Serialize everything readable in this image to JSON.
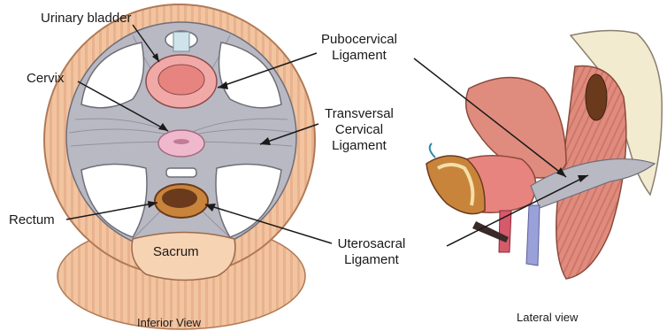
{
  "labels": {
    "urinary_bladder": "Urinary bladder",
    "cervix": "Cervix",
    "rectum": "Rectum",
    "sacrum": "Sacrum",
    "inferior_view": "Inferior View",
    "lateral_view": "Lateral view",
    "pubocervical": [
      "Pubocervical",
      "Ligament"
    ],
    "transversal": [
      "Transversal",
      "Cervical",
      "Ligament"
    ],
    "uterosacral": [
      "Uterosacral",
      "Ligament"
    ]
  },
  "colors": {
    "tissue": "#f2c4a0",
    "ligament": "#b9b9c4",
    "bladder": "#e8847f",
    "cervix": "#f0b8cc",
    "rectum": "#6b3a1c",
    "sacrum": "#f6d3b3",
    "uterus": "#df8c7e",
    "bone": "#f3ebd0"
  }
}
